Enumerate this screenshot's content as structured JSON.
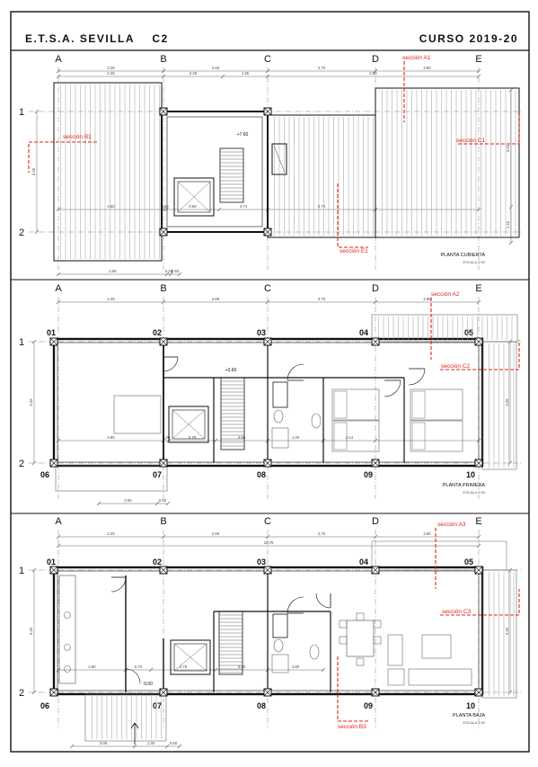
{
  "header": {
    "school": "E.T.S.A. SEVILLA",
    "group": "C2",
    "course": "CURSO 2019-20"
  },
  "plans": [
    {
      "id": "cubierta",
      "title": "PLANTA CUBIERTA",
      "scale": "ESCALA 1:50",
      "axis_letters": [
        "A",
        "B",
        "C",
        "D",
        "E"
      ],
      "axis_rows": [
        "1",
        "2"
      ],
      "level": "+7.60",
      "sections": [
        "sección A1",
        "sección B1",
        "sección C1",
        "sección E1"
      ],
      "dims_top": [
        "2.25",
        "2.65",
        "2.70",
        "2.80"
      ],
      "dims_inner": [
        "2.25",
        "2.20",
        "1.65",
        "2.80"
      ],
      "dims_mid": [
        "4.80",
        "3.60",
        "0.50",
        "4.74",
        "0.70"
      ],
      "dims_bottom": [
        "2.55",
        "0.40",
        "0.50"
      ],
      "dims_left": [
        "3.45"
      ],
      "dims_right": [
        "3.40",
        "1.40"
      ]
    },
    {
      "id": "primera",
      "title": "PLANTA PRIMERA",
      "scale": "ESCALA 1:50",
      "axis_letters": [
        "A",
        "B",
        "C",
        "D",
        "E"
      ],
      "axis_rows": [
        "1",
        "2"
      ],
      "pillars": [
        "01",
        "02",
        "03",
        "04",
        "05",
        "06",
        "07",
        "08",
        "09",
        "10"
      ],
      "level": "+3.60",
      "sections": [
        "sección A2",
        "sección C2"
      ],
      "dims_top": [
        "2.25",
        "2.65",
        "2.70",
        "2.80"
      ],
      "dims_mid": [
        "4.80",
        "2.30",
        "0.75",
        "3.66",
        "1.20",
        "2.14"
      ],
      "dims_bottom": [
        "2.00",
        "0.50"
      ],
      "dims_left": [
        "3.45"
      ],
      "dims_right": [
        "3.45"
      ]
    },
    {
      "id": "baja",
      "title": "PLANTA BAJA",
      "scale": "ESCALA 1:50",
      "axis_letters": [
        "A",
        "B",
        "C",
        "D",
        "E"
      ],
      "axis_rows": [
        "1",
        "2"
      ],
      "pillars": [
        "01",
        "02",
        "03",
        "04",
        "05",
        "06",
        "07",
        "08",
        "09",
        "10"
      ],
      "level": "0.00",
      "sections": [
        "sección A3",
        "sección C3",
        "sección B3"
      ],
      "dims_top": [
        "2.25",
        "2.65",
        "2.70",
        "2.80"
      ],
      "dims_total": [
        "10.70"
      ],
      "dims_mid": [
        "2.90",
        "0.70",
        "2.75",
        "0.90",
        "1.80"
      ],
      "dims_bottom": [
        "3.05",
        "1.30",
        "0.50"
      ],
      "dims_left": [
        "3.45"
      ],
      "dims_right": [
        "3.45"
      ]
    }
  ],
  "colors": {
    "line": "#111111",
    "thin": "#666666",
    "section": "#e0211b",
    "hatch": "#9a9a9a"
  }
}
